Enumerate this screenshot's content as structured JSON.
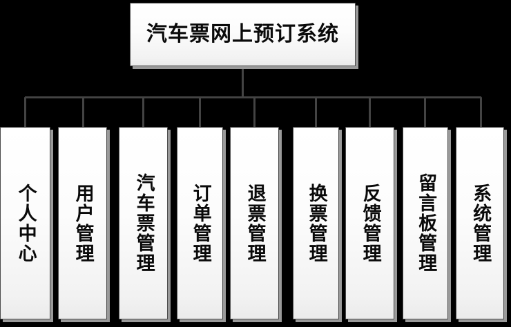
{
  "diagram": {
    "title_node": {
      "label": "汽车票网上预订系统",
      "name": "root-node"
    },
    "background_color": "#000000",
    "box_border_color": "#4a4a4a",
    "box_fill_top_color": "#ffffff",
    "box_fill_bottom_color": "#ebebeb",
    "box_shadow_color": "#9a9a9a",
    "connector_color": "#434343",
    "text_color": "#0a0a0a",
    "nodes": [
      {
        "label": "个人中心",
        "name": "node-personal-center"
      },
      {
        "label": "用户管理",
        "name": "node-user-management"
      },
      {
        "label": "汽车票管理",
        "name": "node-bus-ticket-management"
      },
      {
        "label": "订单管理",
        "name": "node-order-management"
      },
      {
        "label": "退票管理",
        "name": "node-refund-management"
      },
      {
        "label": "换票管理",
        "name": "node-ticket-change-management"
      },
      {
        "label": "反馈管理",
        "name": "node-feedback-management"
      },
      {
        "label": "留言板管理",
        "name": "node-message-board-management"
      },
      {
        "label": "系统管理",
        "name": "node-system-management"
      }
    ]
  },
  "chart_data": {
    "type": "diagram",
    "diagram_type": "tree",
    "title": "汽车票网上预订系统",
    "root": "汽车票网上预订系统",
    "children": [
      "个人中心",
      "用户管理",
      "汽车票管理",
      "订单管理",
      "退票管理",
      "换票管理",
      "反馈管理",
      "留言板管理",
      "系统管理"
    ],
    "levels": 2,
    "node_count": 10,
    "orientation": "top-down"
  }
}
